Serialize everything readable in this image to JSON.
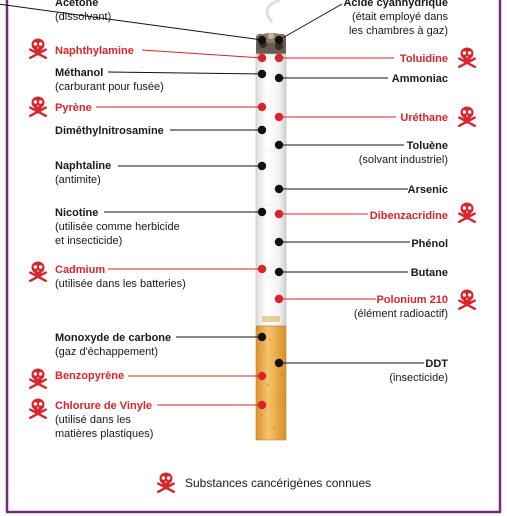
{
  "colors": {
    "frame": "#7a2a7e",
    "red": "#d9242c",
    "black": "#111111",
    "filter": "#f2b24a"
  },
  "icons": {
    "carcinogen": "skull-crossbones-icon"
  },
  "substances": [
    {
      "id": "acetone",
      "side": "left",
      "name": "Acétone",
      "sub": "(dissolvant)",
      "color": "black",
      "carcinogenic": false
    },
    {
      "id": "naphthylamine",
      "side": "left",
      "name": "Naphthylamine",
      "sub": "",
      "color": "red",
      "carcinogenic": true
    },
    {
      "id": "methanol",
      "side": "left",
      "name": "Méthanol",
      "sub": "(carburant pour fusée)",
      "color": "black",
      "carcinogenic": false
    },
    {
      "id": "pyrene",
      "side": "left",
      "name": "Pyrène",
      "sub": "",
      "color": "red",
      "carcinogenic": true
    },
    {
      "id": "dimethylnitrosamine",
      "side": "left",
      "name": "Diméthylnitrosamine",
      "sub": "",
      "color": "black",
      "carcinogenic": false
    },
    {
      "id": "naphtaline",
      "side": "left",
      "name": "Naphtaline",
      "sub": "(antimite)",
      "color": "black",
      "carcinogenic": false
    },
    {
      "id": "nicotine",
      "side": "left",
      "name": "Nicotine",
      "sub": "(utilisée comme herbicide|et insecticide)",
      "color": "black",
      "carcinogenic": false
    },
    {
      "id": "cadmium",
      "side": "left",
      "name": "Cadmium",
      "sub": "(utilisée dans les batteries)",
      "color": "red",
      "carcinogenic": true
    },
    {
      "id": "monoxyde",
      "side": "left",
      "name": "Monoxyde de carbone",
      "sub": "(gaz d'échappement)",
      "color": "black",
      "carcinogenic": false
    },
    {
      "id": "benzopyrene",
      "side": "left",
      "name": "Benzopyrène",
      "sub": "",
      "color": "red",
      "carcinogenic": true
    },
    {
      "id": "chlorure",
      "side": "left",
      "name": "Chlorure de Vinyle",
      "sub": "(utilisé dans les|matières plastiques)",
      "color": "red",
      "carcinogenic": true
    },
    {
      "id": "acide",
      "side": "right",
      "name": "Acide cyanhydrique",
      "sub": "(était employé dans|les chambres à gaz)",
      "color": "black",
      "carcinogenic": false
    },
    {
      "id": "toluidine",
      "side": "right",
      "name": "Toluidine",
      "sub": "",
      "color": "red",
      "carcinogenic": true
    },
    {
      "id": "ammoniac",
      "side": "right",
      "name": "Ammoniac",
      "sub": "",
      "color": "black",
      "carcinogenic": false
    },
    {
      "id": "urethane",
      "side": "right",
      "name": "Uréthane",
      "sub": "",
      "color": "red",
      "carcinogenic": true
    },
    {
      "id": "toluene",
      "side": "right",
      "name": "Toluène",
      "sub": "(solvant industriel)",
      "color": "black",
      "carcinogenic": false
    },
    {
      "id": "arsenic",
      "side": "right",
      "name": "Arsenic",
      "sub": "",
      "color": "black",
      "carcinogenic": false
    },
    {
      "id": "dibenzacridine",
      "side": "right",
      "name": "Dibenzacridine",
      "sub": "",
      "color": "red",
      "carcinogenic": true
    },
    {
      "id": "phenol",
      "side": "right",
      "name": "Phénol",
      "sub": "",
      "color": "black",
      "carcinogenic": false
    },
    {
      "id": "butane",
      "side": "right",
      "name": "Butane",
      "sub": "",
      "color": "black",
      "carcinogenic": false
    },
    {
      "id": "polonium",
      "side": "right",
      "name": "Polonium 210",
      "sub": "(élément radioactif)",
      "color": "red",
      "carcinogenic": true
    },
    {
      "id": "ddt",
      "side": "right",
      "name": "DDT",
      "sub": "(insecticide)",
      "color": "black",
      "carcinogenic": false
    }
  ],
  "legend": {
    "label": "Substances cancérigènes connues"
  }
}
